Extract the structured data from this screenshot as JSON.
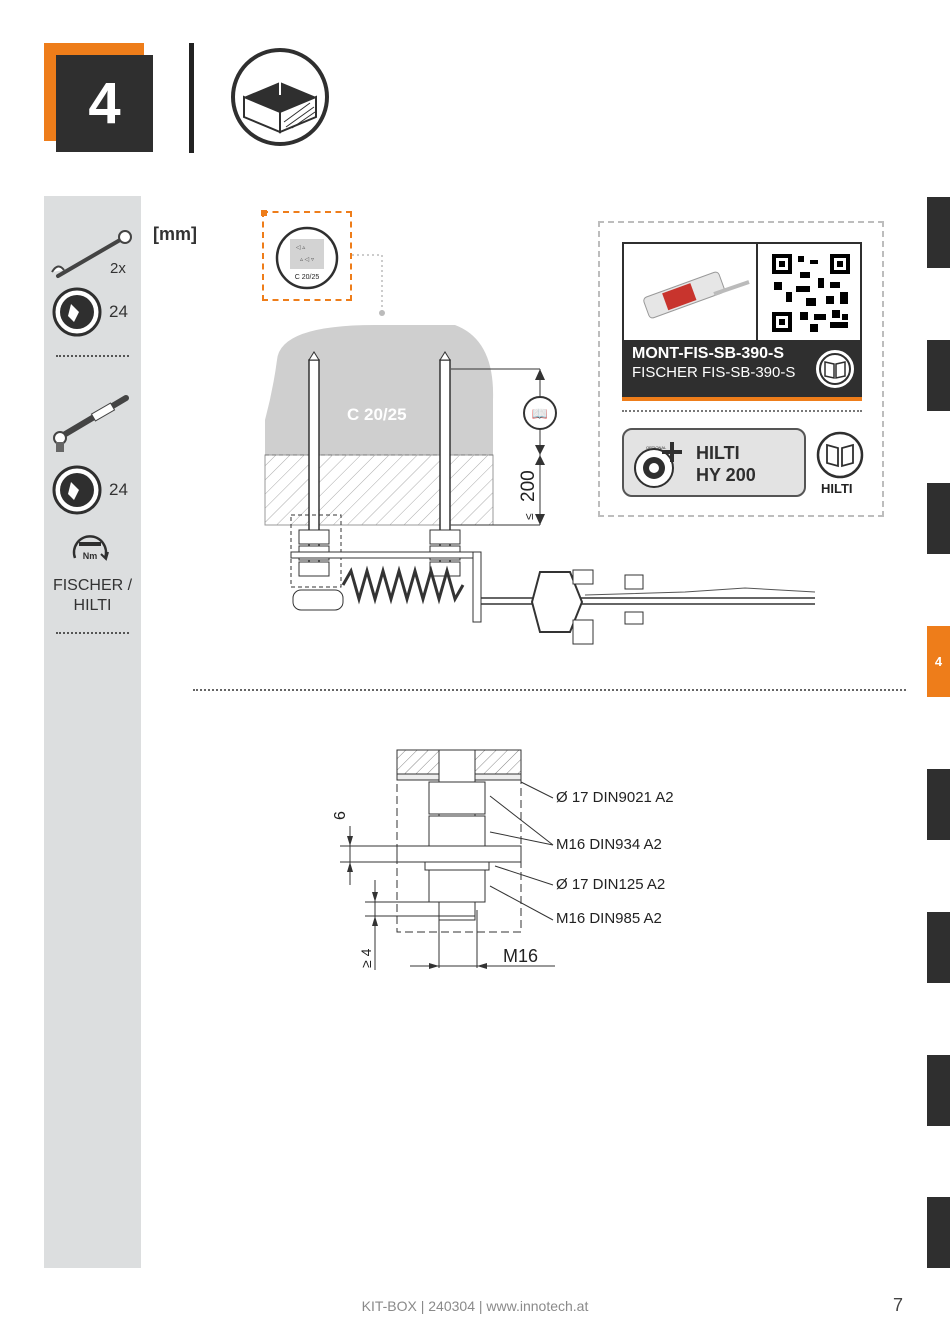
{
  "step": {
    "number": "4"
  },
  "unit_label": "[mm]",
  "tools": {
    "wrench_count": "2x",
    "wrench_size_1": "24",
    "wrench_size_2": "24",
    "torque_icon_text": "Nm",
    "torque_label_line1": "FISCHER /",
    "torque_label_line2": "HILTI"
  },
  "concrete": {
    "badge_label": "C 20/25",
    "block_label": "C 20/25"
  },
  "dimensions": {
    "depth": "200",
    "depth_prefix": "≤",
    "top_gap": "6",
    "min_protrusion": "≥ 4",
    "thread": "M16"
  },
  "products": {
    "primary_name": "MONT-FIS-SB-390-S",
    "primary_subname": "FISCHER FIS-SB-390-S",
    "optional_tag": "OPTIONAL",
    "alt_line1": "HILTI",
    "alt_line2": "HY 200",
    "alt_book_label": "HILTI"
  },
  "hardware_callouts": [
    "Ø 17 DIN9021 A2",
    "M16 DIN934 A2",
    "Ø 17 DIN125 A2",
    "M16 DIN985 A2"
  ],
  "side_tabs": {
    "active_label": "4"
  },
  "footer": {
    "text": "KIT-BOX | 240304 | www.innotech.at",
    "page_number": "7"
  },
  "colors": {
    "accent": "#ee7d1a",
    "dark": "#2f2f2f",
    "sidebar": "#dcdedf"
  }
}
